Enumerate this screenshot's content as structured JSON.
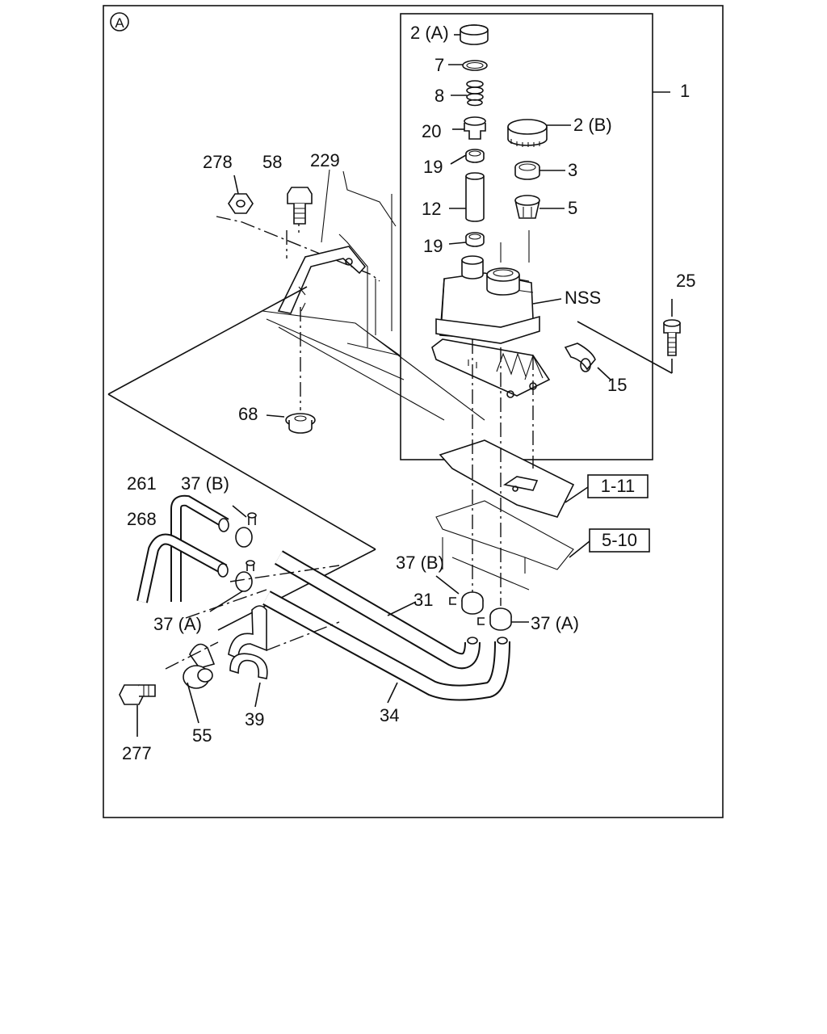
{
  "diagram": {
    "view_marker": "A",
    "labels": {
      "l1": "1",
      "l2a": "2 (A)",
      "l2b": "2 (B)",
      "l3": "3",
      "l5": "5",
      "l7": "7",
      "l8": "8",
      "l12": "12",
      "l15": "15",
      "l19a": "19",
      "l19b": "19",
      "l20": "20",
      "l25": "25",
      "l31": "31",
      "l34": "34",
      "l37a_left": "37 (A)",
      "l37b_left": "37 (B)",
      "l37a_right": "37 (A)",
      "l37b_right": "37 (B)",
      "l39": "39",
      "l55": "55",
      "l58": "58",
      "l68": "68",
      "l229": "229",
      "l261": "261",
      "l268": "268",
      "l277": "277",
      "l278": "278",
      "nss": "NSS"
    },
    "refs": {
      "r1": "1-11",
      "r2": "5-10"
    }
  }
}
